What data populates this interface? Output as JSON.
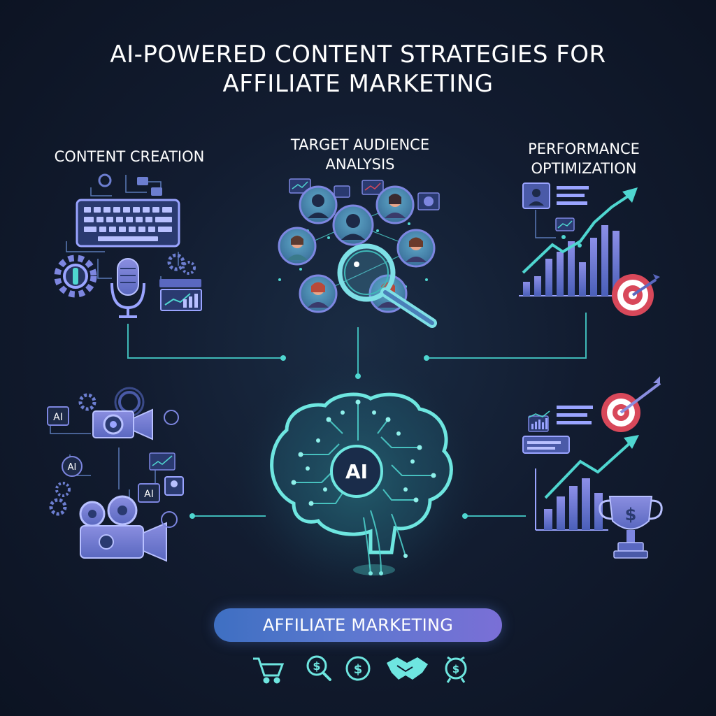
{
  "title": {
    "line1": "AI-POWERED CONTENT STRATEGIES FOR",
    "line2": "AFFILIATE MARKETING"
  },
  "sections": {
    "content_creation": "CONTENT CREATION",
    "target_audience_line1": "TARGET AUDIENCE",
    "target_audience_line2": "ANALYSIS",
    "performance_line1": "PERFORMANCE",
    "performance_line2": "OPTIMIZATION"
  },
  "brain_label": "AI",
  "ai_badges": [
    "AI",
    "AI",
    "AI"
  ],
  "pill_label": "AFFILIATE MARKETING",
  "icons": [
    "shopping-cart-icon",
    "dollar-search-icon",
    "dollar-coin-icon",
    "handshake-icon",
    "money-alarm-icon"
  ],
  "colors": {
    "background": "#121c30",
    "teal": "#4fd6d0",
    "purple": "#7b7fd8",
    "accent_red": "#d8485a",
    "line": "#3fb9b8"
  }
}
